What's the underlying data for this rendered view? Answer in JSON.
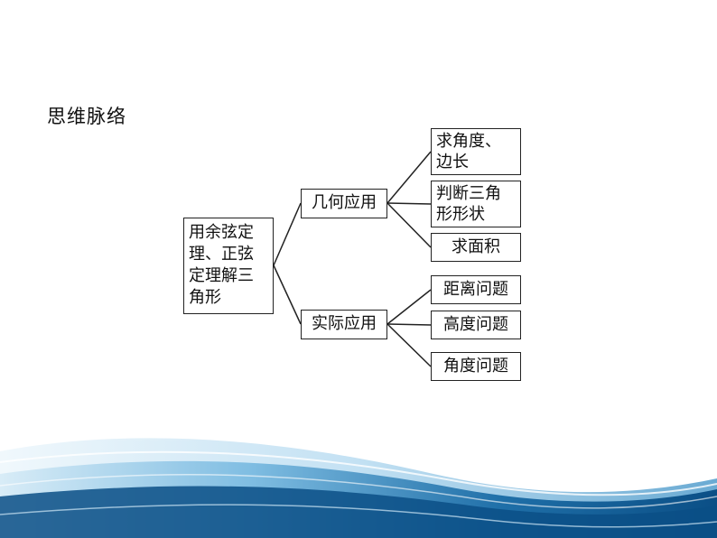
{
  "heading": "思维脉络",
  "diagram": {
    "root": "用余弦定\n理、正弦\n定理解三\n角形",
    "branches": [
      {
        "label": "几何应用",
        "children": [
          "求角度、\n边长",
          "判断三角\n形形状",
          "求面积"
        ]
      },
      {
        "label": "实际应用",
        "children": [
          "距离问题",
          "高度问题",
          "角度问题"
        ]
      }
    ]
  },
  "colors": {
    "wave_dark": "#0b4f86",
    "wave_mid": "#2a86c0",
    "wave_light": "#bfe0f2"
  }
}
